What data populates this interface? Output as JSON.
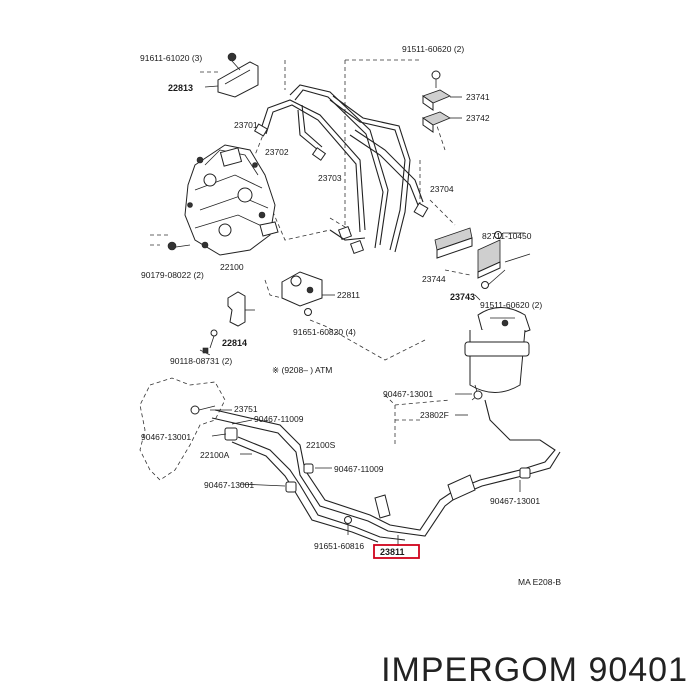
{
  "labels": {
    "p91611": "91611-61020 (3)",
    "p22813": "22813",
    "p23701": "23701",
    "p23702": "23702",
    "p23703": "23703",
    "p91511top": "91511-60620 (2)",
    "p23741": "23741",
    "p23742": "23742",
    "p23704": "23704",
    "p82711": "82711-10450",
    "p23744": "23744",
    "p23743": "23743",
    "p91511bot": "91511-60620 (2)",
    "p90179": "90179-08022 (2)",
    "p22100": "22100",
    "p22811": "22811",
    "p91651top": "91651-60820 (4)",
    "p22814": "22814",
    "p90118": "90118-08731 (2)",
    "atm": "※ (9208–       ) ATM",
    "p23751": "23751",
    "p90467a": "90467-11009",
    "p90467b": "90467-13001",
    "p22100s": "22100S",
    "p22100a": "22100A",
    "p90467c": "90467-11009",
    "p90467d": "90467-13001",
    "p90467e": "90467-13001",
    "p23802": "23802F",
    "p90467f": "90467-13001",
    "p91651bot": "91651-60816",
    "p23811": "23811",
    "ref": "MA E208-B"
  },
  "brand": "IMPERGOM 90401",
  "highlight_color": "#d0021b"
}
